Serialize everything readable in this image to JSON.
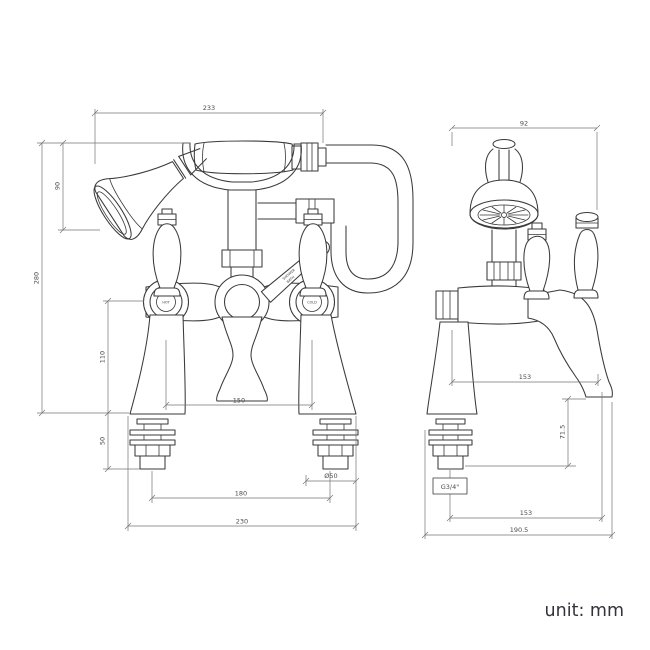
{
  "front": {
    "top_width": "233",
    "handset_height": "90",
    "overall_height": "280",
    "deck_to_valve_centre": "110",
    "below_deck_tail": "50",
    "valve_centres": "150",
    "base_diameter": "Ø50",
    "inlet_centres": "180",
    "overall_width": "230",
    "hot_label": "HOT",
    "cold_label": "COLD",
    "diverter_line1": "SHOWER",
    "diverter_line2": "BATH"
  },
  "side": {
    "top_width": "92",
    "spout_reach": "153",
    "spout_outlet_height": "71.5",
    "thread_label": "G3/4\"",
    "spout_reach_base": "153",
    "overall_depth": "190.5"
  },
  "footer": {
    "unit": "unit: mm"
  }
}
